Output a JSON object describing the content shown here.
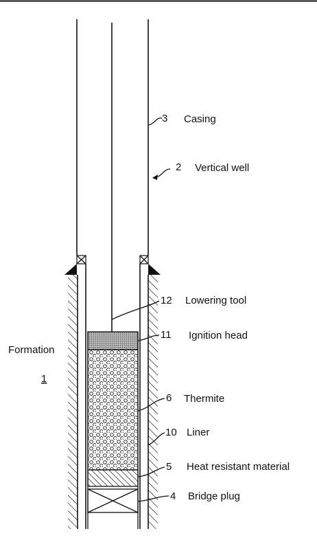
{
  "components": [
    {
      "number": "1",
      "label": "Formation"
    },
    {
      "number": "2",
      "label": "Vertical well"
    },
    {
      "number": "3",
      "label": "Casing"
    },
    {
      "number": "4",
      "label": "Bridge plug"
    },
    {
      "number": "5",
      "label": "Heat resistant material"
    },
    {
      "number": "6",
      "label": "Thermite"
    },
    {
      "number": "10",
      "label": "Liner"
    },
    {
      "number": "11",
      "label": "Ignition head"
    },
    {
      "number": "12",
      "label": "Lowering tool"
    }
  ],
  "colors": {
    "line": "#111111",
    "ignition_head_fill": "#9a9a9a",
    "background": "#ffffff"
  }
}
